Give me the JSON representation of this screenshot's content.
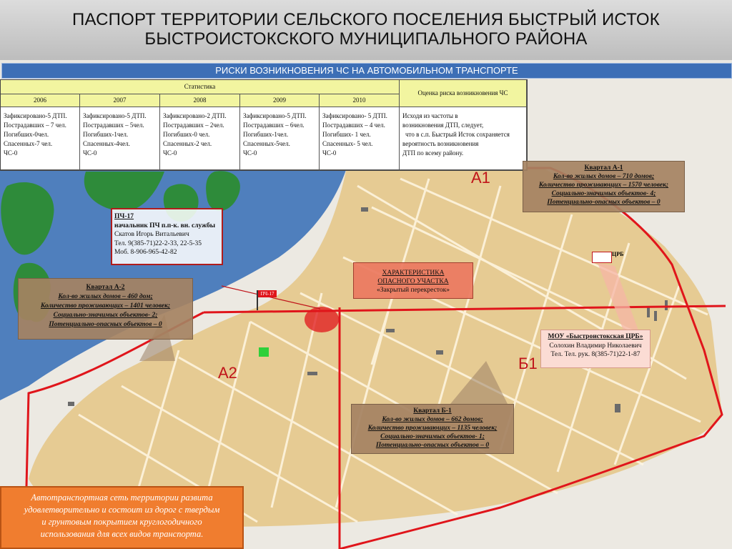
{
  "title": {
    "line1": "ПАСПОРТ ТЕРРИТОРИИ СЕЛЬСКОГО ПОСЕЛЕНИЯ БЫСТРЫЙ ИСТОК",
    "line2": "БЫСТРОИСТОКСКОГО МУНИЦИПАЛЬНОГО РАЙОНА"
  },
  "section_title": "РИСКИ ВОЗНИКНОВЕНИЯ ЧС НА АВТОМОБИЛЬНОМ ТРАНСПОРТЕ",
  "stats": {
    "header": "Статистика",
    "risk_header": "Оценка риска возникновения ЧС",
    "years": [
      "2006",
      "2007",
      "2008",
      "2009",
      "2010"
    ],
    "rows": [
      [
        "Зафиксировано-5 ДТП.",
        "Пострадавших – 7 чел.",
        "Погибших-0чел.",
        "Спасенных-7 чел.",
        "ЧС-0"
      ],
      [
        "Зафиксировано-5 ДТП.",
        "Пострадавших – 5чел.",
        "Погибших-1чел.",
        "Спасенных-4чел.",
        "ЧС-0"
      ],
      [
        "Зафиксировано-2 ДТП.",
        "Пострадавших – 2чел.",
        "Погибших-0 чел.",
        "Спасенных-2 чел.",
        "ЧС-0"
      ],
      [
        "Зафиксировано-5 ДТП.",
        "Пострадавших – 6чел.",
        "Погибших-1чел.",
        "Спасенных-5чел.",
        "ЧС-0"
      ],
      [
        "Зафиксировано- 5 ДТП.",
        "Пострадавших – 4 чел.",
        "Погибших- 1 чел.",
        "Спасенных- 5 чел.",
        "ЧС-0"
      ]
    ],
    "risk_text": [
      "Исходя из частоты в",
      "возникновения ДТП, следует,",
      "что в  с.п. Быстрый Исток сохраняется",
      "вероятность возникновения",
      "ДТП по всему району."
    ]
  },
  "zones": {
    "a1": "А1",
    "a2": "А2",
    "b1": "Б1"
  },
  "quarter_a1": {
    "title": "Квартал А-1",
    "lines": [
      "Кол-во жилых домов – 710 домов;",
      "Количество проживающих – 1570 человек;",
      "Социально-значимых объектов- 4;",
      "Потенциально-опасных  объектов – 0"
    ]
  },
  "quarter_a2": {
    "title": "Квартал А-2",
    "lines": [
      "Кол-во жилых домов –  460 дом;",
      "Количество проживающих – 1401 человек;",
      "Социально-значимых объектов- 2;",
      "Потенциально-опасных  объектов – 0"
    ]
  },
  "quarter_b1": {
    "title": "Квартал Б-1",
    "lines": [
      "Кол-во жилых домов –  662 домов;",
      "Количество проживающих – 1135 человек;",
      "Социально-значимых объектов- 1;",
      "Потенциально-опасных  объектов – 0"
    ]
  },
  "fire_station": {
    "title": "ПЧ-17",
    "role": "начальник ПЧ п.п-к. вн. службы",
    "name": "Скатов Игорь Витальевич",
    "phone": "Тел. 9(385-71)22-2-33, 22-5-35",
    "mobile": "Моб. 8-906-965-42-82",
    "flag_label": "ПЧ-17"
  },
  "hazard": {
    "lines": [
      "ХАРАКТЕРИСТИКА",
      "ОПАСНОГО УЧАСТКА",
      "«Закрытый перекресток»"
    ]
  },
  "hospital": {
    "title": "МОУ «Быстроистокская ЦРБ»",
    "name": "Солохин Владимир Николаевич",
    "phone": "Тел. Тел. рук. 8(385-71)22-1-87",
    "marker_label": "ЦРБ"
  },
  "transport_note": {
    "lines": [
      "Автотранспортная сеть территории развита",
      "удовлетворительно и состоит из дорог с твердым",
      "и грунтовым покрытием круглогодичного",
      "использования для всех видов транспорта."
    ]
  },
  "colors": {
    "river": "#4f7fbd",
    "forest": "#2e8b3a",
    "blocks": "#e6c98e",
    "zone_border": "#e0151b",
    "banner": "#3d6fb6",
    "note": "#f07d2f"
  }
}
